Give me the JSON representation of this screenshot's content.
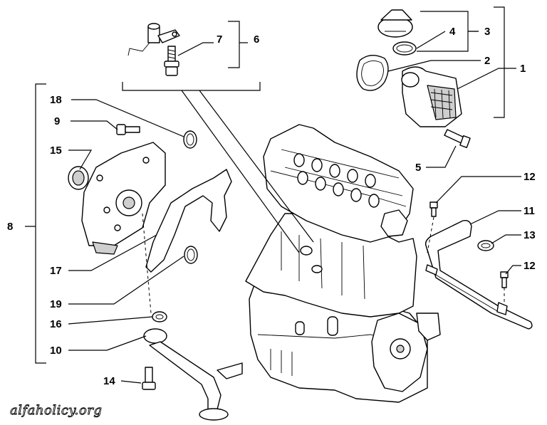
{
  "callouts": {
    "c1": "1",
    "c2": "2",
    "c3": "3",
    "c4": "4",
    "c5": "5",
    "c6": "6",
    "c7": "7",
    "c8": "8",
    "c9": "9",
    "c10": "10",
    "c11": "11",
    "c12a": "12",
    "c12b": "12",
    "c13": "13",
    "c14": "14",
    "c15": "15",
    "c16": "16",
    "c17": "17",
    "c18": "18",
    "c19": "19"
  },
  "watermark": "alfaholicy.org"
}
